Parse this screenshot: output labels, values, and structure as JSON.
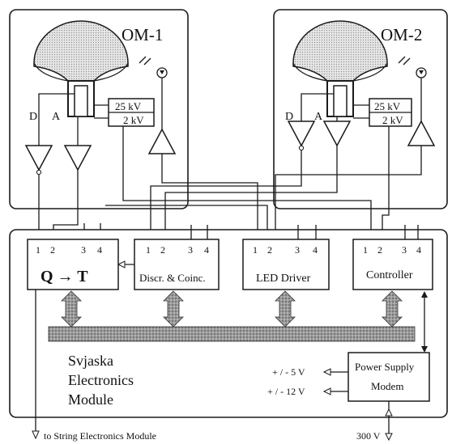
{
  "om1": {
    "title": "OM-1",
    "hv_high": "25 kV",
    "hv_low": "2 kV",
    "label_d": "D",
    "label_a": "A"
  },
  "om2": {
    "title": "OM-2",
    "hv_high": "25 kV",
    "hv_low": "2 kV",
    "label_d": "D",
    "label_a": "A"
  },
  "modules": {
    "qt": {
      "label": "Q → T",
      "pins": [
        "1",
        "2",
        "3",
        "4"
      ]
    },
    "discr": {
      "label": "Discr. & Coinc.",
      "pins": [
        "1",
        "2",
        "3",
        "4"
      ]
    },
    "led": {
      "label": "LED Driver",
      "pins": [
        "1",
        "2",
        "3",
        "4"
      ]
    },
    "controller": {
      "label": "Controller",
      "pins": [
        "1",
        "2",
        "3",
        "4"
      ]
    }
  },
  "electronics": {
    "line1": "Svjaska",
    "line2": "Electronics",
    "line3": "Module"
  },
  "power": {
    "line1": "Power Supply",
    "line2": "Modem",
    "v5": "+ / - 5 V",
    "v12": "+ / - 12 V",
    "v300": "300 V"
  },
  "footer": {
    "string_label": "to String Electronics Module"
  },
  "colors": {
    "line": "#1a1a1a",
    "bus_fill": "#9a9a9a",
    "pmt_fill": "#d8d8d8"
  }
}
